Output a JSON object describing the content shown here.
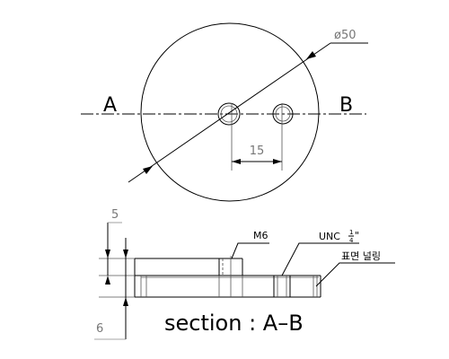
{
  "plan_view": {
    "section_start_label": "A",
    "section_end_label": "B",
    "diameter_label": "ø50",
    "hole_spacing_label": "15"
  },
  "section_view": {
    "top_dim_label": "5",
    "bottom_dim_label": "6",
    "left_hole_callout": "M6",
    "right_hole_callout": "UNC",
    "right_hole_fraction_num": "1",
    "right_hole_fraction_den": "4",
    "right_hole_inch_mark": "\"",
    "surface_note": "표면 널링",
    "title": "section : A–B"
  }
}
